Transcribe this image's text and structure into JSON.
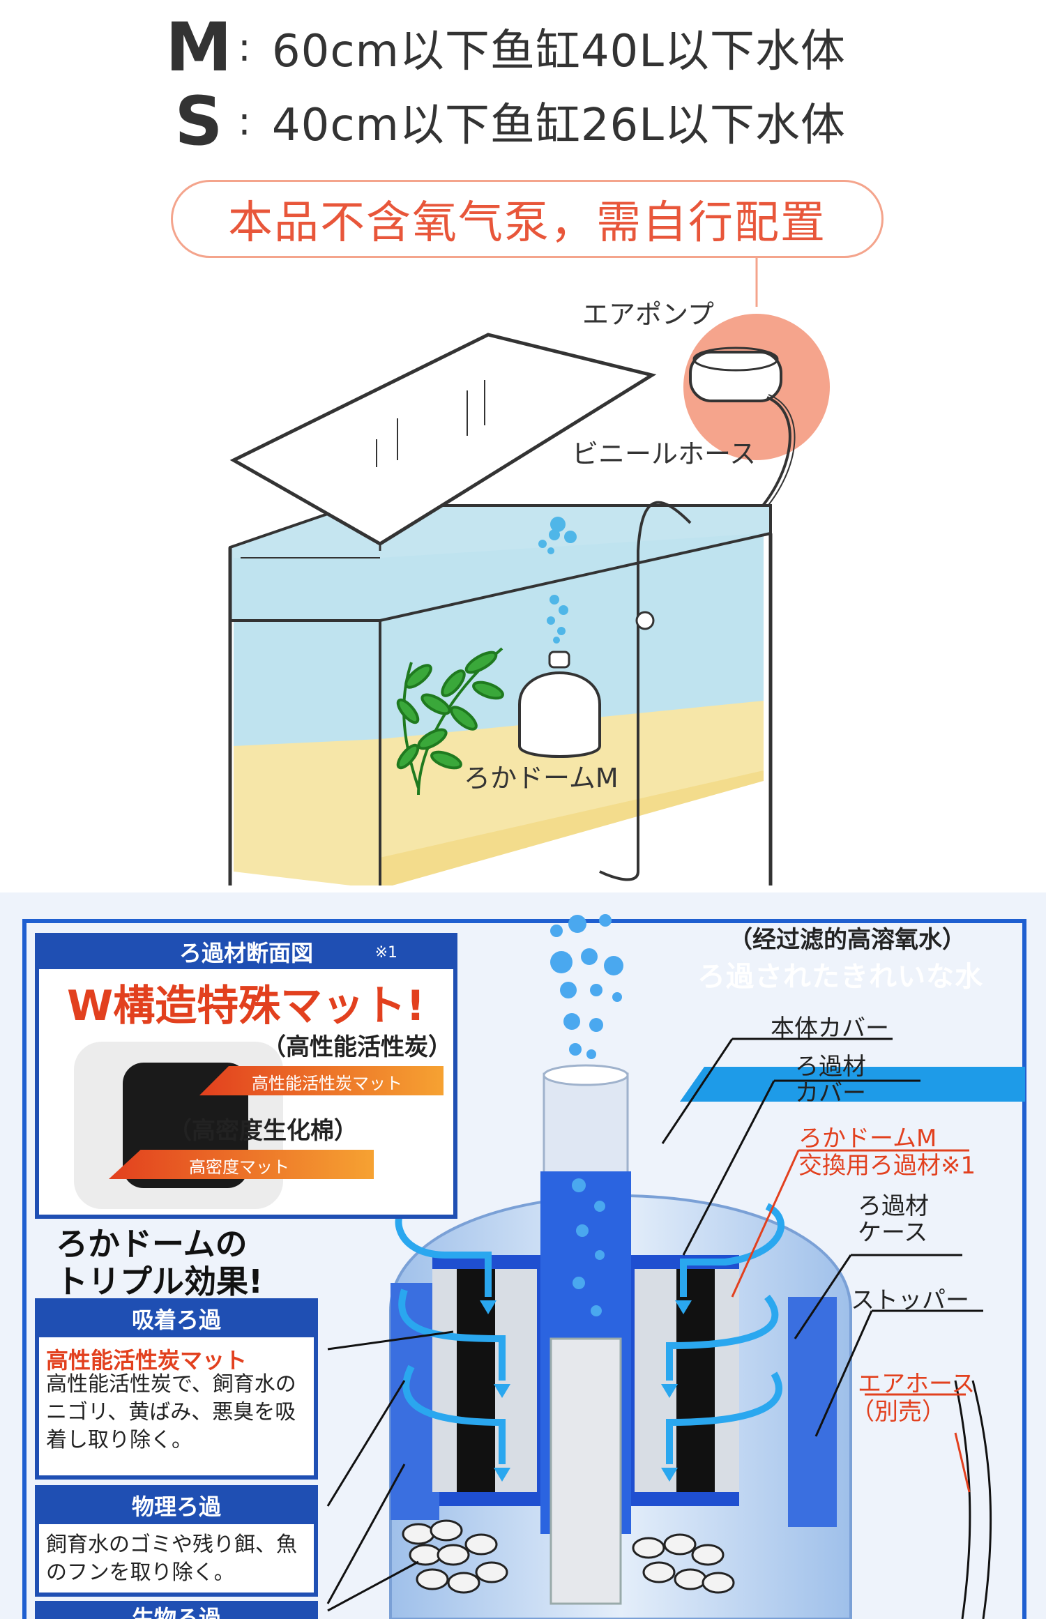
{
  "sizes": [
    {
      "letter": "M",
      "text": "60cm以下鱼缸40L以下水体"
    },
    {
      "letter": "S",
      "text": "40cm以下鱼缸26L以下水体"
    }
  ],
  "notice": "本品不含氧气泵，需自行配置",
  "tank_labels": {
    "air_pump": "エアポンプ",
    "vinyl_hose": "ビニールホース",
    "filter_dome": "ろかドームM"
  },
  "cutaway": {
    "section_title": "ろ過材断面図",
    "section_note": "※1",
    "w_structure": "W構造特殊マット!",
    "carbon_cn": "（高性能活性炭）",
    "carbon_mat": "高性能活性炭マット",
    "cotton_cn": "（高密度生化棉）",
    "dense_mat": "高密度マット",
    "triple_line1": "ろかドームの",
    "triple_line2": "トリプル効果!",
    "adsorb_head": "吸着ろ過",
    "adsorb_title": "高性能活性炭マット",
    "adsorb_body": "高性能活性炭で、飼育水のニゴリ、黄ばみ、悪臭を吸着し取り除く。",
    "physical_head": "物理ろ過",
    "physical_body": "飼育水のゴミや残り餌、魚のフンを取り除く。",
    "bio_head": "生物ろ過",
    "water_cn": "（经过滤的高溶氧水）",
    "water_jp": "ろ過されたきれいな水",
    "body_cover": "本体カバー",
    "filter_cover_1": "ろ過材",
    "filter_cover_2": "カバー",
    "replace_1": "ろかドームM",
    "replace_2": "交換用ろ過材※1",
    "filter_case_1": "ろ過材",
    "filter_case_2": "ケース",
    "stopper": "ストッパー",
    "air_hose": "エアホース",
    "sold_separately": "（別売）"
  },
  "colors": {
    "accent_red": "#e2401e",
    "brand_blue": "#1f4fb3",
    "pump_circle": "#f5a48c"
  }
}
